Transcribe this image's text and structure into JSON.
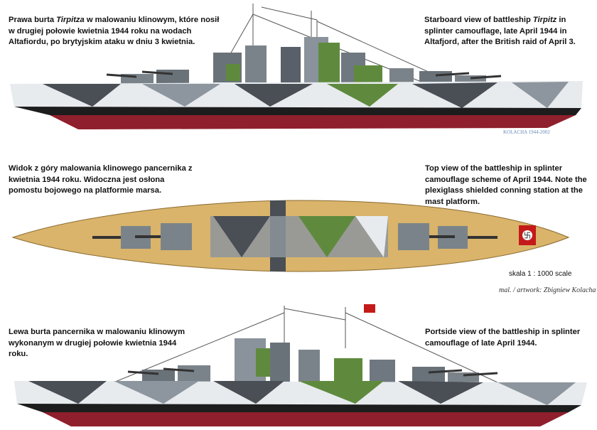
{
  "captions": {
    "pl_1_pre": "Prawa burta ",
    "pl_1_ship": "Tirpitza",
    "pl_1_post": " w malowaniu klinowym, które nosił w drugiej połowie kwietnia 1944 roku na wodach Altafiordu, po brytyjskim ataku w dniu 3 kwietnia.",
    "en_1_pre": "Starboard view of battleship ",
    "en_1_ship": "Tirpitz",
    "en_1_post": " in splinter camouflage, late April 1944 in Altafjord, after the British raid of April 3.",
    "pl_2": "Widok z góry malowania klinowego pancernika z kwietnia 1944 roku. Widoczna jest osłona pomostu bojowego na platformie marsa.",
    "en_2": "Top view of the battleship in splinter camouflage scheme of April 1944. Note the plexiglass shielded conning station at the mast platform.",
    "pl_3": "Lewa burta pancernika w malowaniu klinowym wykonanym w drugiej połowie kwietnia 1944 roku.",
    "en_3": "Portside view of the battleship in splinter camouflage of late April 1944."
  },
  "scale_label": "skala 1 : 1000 scale",
  "artist_credit": "mal. / artwork: Zbigniew Kolacha",
  "signature": "KOLACHA 1944-2002",
  "colors": {
    "hull_red": "#8f1f2c",
    "hull_black": "#1d1d1d",
    "camo_dark": "#4a4e55",
    "camo_mid": "#8d959e",
    "camo_light": "#e7ebee",
    "camo_green": "#5f8a3e",
    "deck_wood": "#d9b46a",
    "flag_red": "#c41a1a"
  }
}
